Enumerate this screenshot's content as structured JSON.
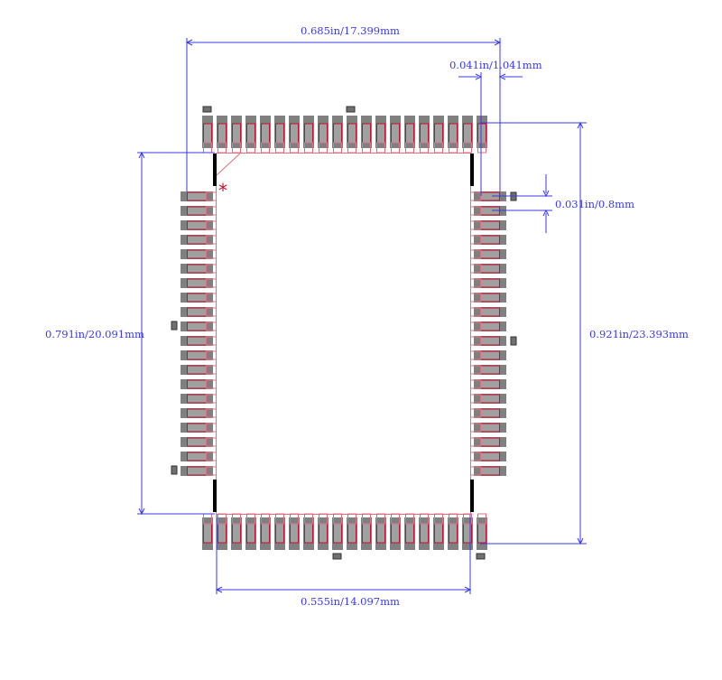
{
  "footprint": {
    "pins_per_side": 20,
    "pin1_marker": "*",
    "colors": {
      "dimension": "#3a3ae8",
      "pad": "#808080",
      "pad_outline": "#c8102e",
      "silk": "#000000",
      "courtyard": "#e07080"
    }
  },
  "dimensions": {
    "overall_width": "0.685in/17.399mm",
    "pad_length": "0.041in/1.041mm",
    "pitch": "0.031in/0.8mm",
    "left_height": "0.791in/20.091mm",
    "overall_height": "0.921in/23.393mm",
    "body_width": "0.555in/14.097mm"
  }
}
